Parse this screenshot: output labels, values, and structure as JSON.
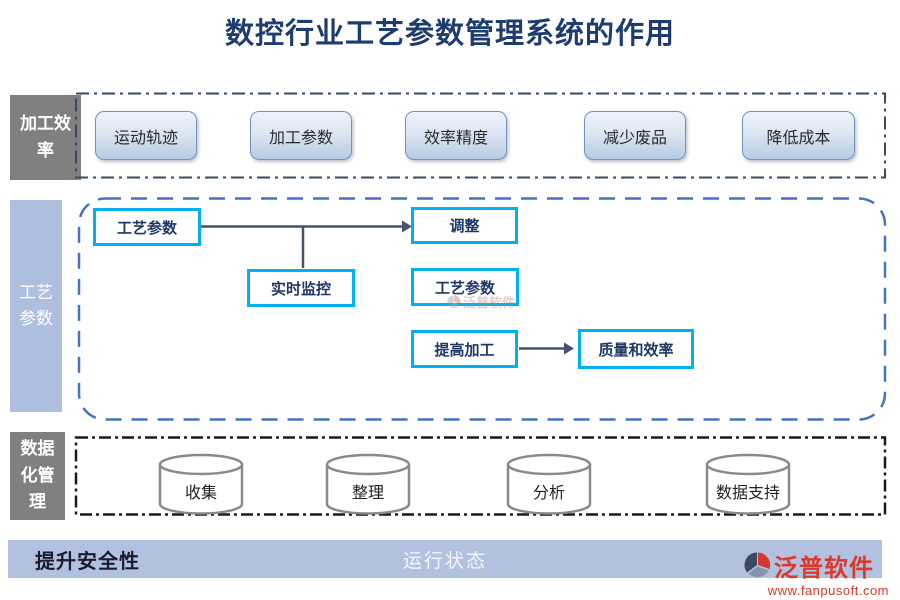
{
  "title": "数控行业工艺参数管理系统的作用",
  "colors": {
    "title_text": "#1e3c6e",
    "rail_gray": "#808080",
    "rail_blue": "#aebedf",
    "band1_frame": "#3a4a63",
    "band2_frame": "#4472c4",
    "band3_frame": "#1a1a1a",
    "flow_box_border": "#00b0f0",
    "flow_box_text": "#1f3864",
    "arrow": "#44546a",
    "button_border": "#6f94bb",
    "button_gradient_top": "#eef3fa",
    "button_gradient_bottom": "#b6cbe3",
    "footer_bar": "#b3c1e1",
    "brand_red": "#d93a2b"
  },
  "sections": {
    "efficiency": {
      "label": "加工效率",
      "items": [
        "运动轨迹",
        "加工参数",
        "效率精度",
        "减少废品",
        "降低成本"
      ]
    },
    "process": {
      "label": "工艺参数",
      "nodes": {
        "param1": "工艺参数",
        "adjust": "调整",
        "monitor": "实时监控",
        "param2": "工艺参数",
        "improve": "提高加工",
        "quality": "质量和效率"
      }
    },
    "data_mgmt": {
      "label": "数据化管理",
      "items": [
        "收集",
        "整理",
        "分析",
        "数据支持"
      ]
    }
  },
  "footer": {
    "left": "提升安全性",
    "center": "运行状态"
  },
  "brand": {
    "name": "泛普软件",
    "url": "www.fanpusoft.com",
    "watermark": "泛普软件"
  }
}
